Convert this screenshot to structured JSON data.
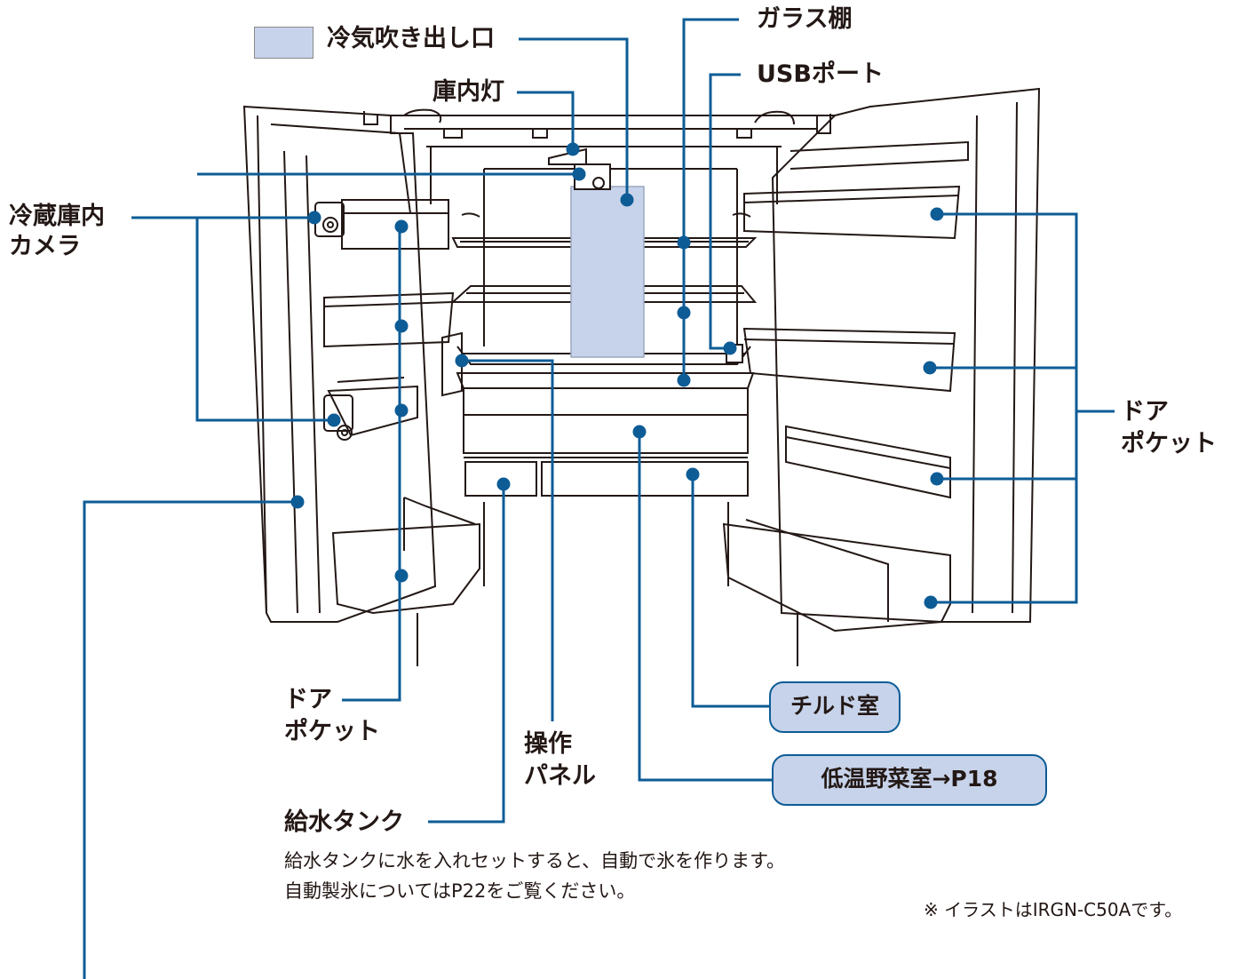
{
  "legend": {
    "label": "冷気吹き出し口",
    "color": "#c7d3ea"
  },
  "colors": {
    "leader": "#0d5c96",
    "outline": "#231815",
    "highlight": "#c7d3ea"
  },
  "labels": {
    "interior_light": "庫内灯",
    "glass_shelf": "ガラス棚",
    "usb_port": "USBポート",
    "camera_line1": "冷蔵庫内",
    "camera_line2": "カメラ",
    "door_pocket_right_line1": "ドア",
    "door_pocket_right_line2": "ポケット",
    "door_pocket_left_line1": "ドア",
    "door_pocket_left_line2": "ポケット",
    "control_panel_line1": "操作",
    "control_panel_line2": "パネル",
    "chilled_room": "チルド室",
    "vegetable_room": "低温野菜室→P18",
    "water_tank": "給水タンク"
  },
  "water_tank_desc": {
    "line1": "給水タンクに水を入れセットすると、自動で氷を作ります。",
    "line2": "自動製氷についてはP22をご覧ください。"
  },
  "note": "※ イラストはIRGN-C50Aです。"
}
